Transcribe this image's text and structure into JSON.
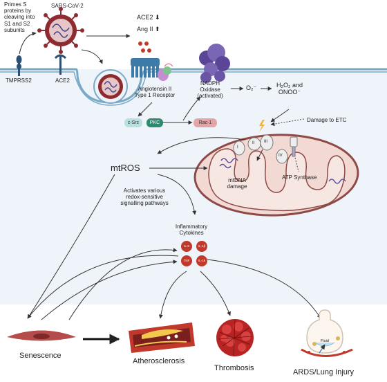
{
  "entry": {
    "tmprss2_note": [
      "Primes  S",
      "proteins by",
      "cleaving  into",
      "S1 and S2",
      "subunits"
    ],
    "virus_label": "SARS-CoV-2",
    "tmprss2_label": "TMPRSS2",
    "ace2_label": "ACE2"
  },
  "balance": {
    "ace2": "ACE2",
    "ace2_arrow": "⬇",
    "ang": "Ang II",
    "ang_arrow": "⬆"
  },
  "receptor": {
    "label": [
      "Angiotensin II",
      "Type 1 Receptor"
    ]
  },
  "nadph": {
    "label": [
      "NADPH",
      "Oxidase",
      "(activated)"
    ]
  },
  "ros": {
    "superoxide": "O₂⁻",
    "products": [
      "H₂O₂ and",
      "ONOO⁻"
    ],
    "etc_damage": "Damage to ETC"
  },
  "signaling": {
    "csrc": "c-Src",
    "pkc": "PKC",
    "rac1": "Rac-1"
  },
  "mito": {
    "complexes": [
      "I",
      "II",
      "III",
      "IV"
    ],
    "mtdna": [
      "mtDNA",
      "damage"
    ],
    "atp": "ATP Synthase"
  },
  "mtros": {
    "label": "mtROS",
    "pathways": [
      "Activates various",
      "redox-sensitive",
      "signalling pathways"
    ]
  },
  "cytokines": {
    "label": [
      "Inflammatory",
      "Cytokines"
    ],
    "items": [
      "IL-6",
      "IL-1β",
      "TNF",
      "IL-18"
    ]
  },
  "outcomes": {
    "senescence": "Senescence",
    "athero": "Atherosclerosis",
    "thrombosis": "Thrombosis",
    "ards": "ARDS/Lung Injury",
    "fluid": "Fluid"
  },
  "colors": {
    "virus": "#8e2b30",
    "receptor": "#3d7aa8",
    "nadph": "#6a55a5",
    "mito_fill": "#f3d9d3",
    "mito_stroke": "#8e4a47",
    "rac": "#e3a6a6",
    "pkc": "#2e8b6f",
    "csrc": "#b9e0e0",
    "cytokine": "#c0392b"
  }
}
